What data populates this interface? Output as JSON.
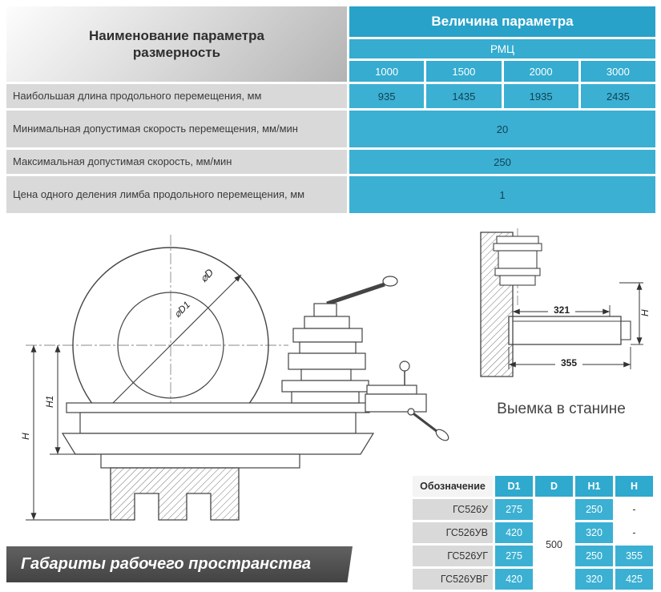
{
  "colors": {
    "accent_cyan": "#2fa9ce",
    "cyan_cell": "#3bb0d3",
    "row_gray": "#d9d9d9",
    "banner_gray": "#4a4a4a",
    "value_text": "#143f51"
  },
  "spec_table": {
    "param_header_1": "Наименование параметра",
    "param_header_2": "размерность",
    "value_header": "Величина параметра",
    "group_header": "РМЦ",
    "columns": [
      "1000",
      "1500",
      "2000",
      "3000"
    ],
    "rows": [
      {
        "label": "Наибольшая длина продольного перемещения, мм",
        "values": [
          "935",
          "1435",
          "1935",
          "2435"
        ]
      },
      {
        "label": "Минимальная допустимая скорость перемещения, мм/мин",
        "values": [
          "20"
        ]
      },
      {
        "label": "Максимальная допустимая скорость, мм/мин",
        "values": [
          "250"
        ]
      },
      {
        "label": "Цена одного деления лимба продольного перемещения, мм",
        "values": [
          "1"
        ]
      }
    ]
  },
  "drawing": {
    "d_label": "⌀D",
    "d1_label": "⌀D1",
    "h1_label": "H1",
    "h_label": "H",
    "detail": {
      "dim_a": "321",
      "dim_b": "355",
      "h": "H",
      "caption": "Выемка в станине"
    }
  },
  "banner": {
    "text": "Габариты рабочего пространства"
  },
  "dim_table": {
    "headers": [
      "Обозначение",
      "D1",
      "D",
      "H1",
      "H"
    ],
    "d_merged": "500",
    "rows": [
      {
        "model": "ГС526У",
        "d1": "275",
        "h1": "250",
        "h": "-"
      },
      {
        "model": "ГС526УВ",
        "d1": "420",
        "h1": "320",
        "h": "-"
      },
      {
        "model": "ГС526УГ",
        "d1": "275",
        "h1": "250",
        "h": "355"
      },
      {
        "model": "ГС526УВГ",
        "d1": "420",
        "h1": "320",
        "h": "425"
      }
    ]
  }
}
